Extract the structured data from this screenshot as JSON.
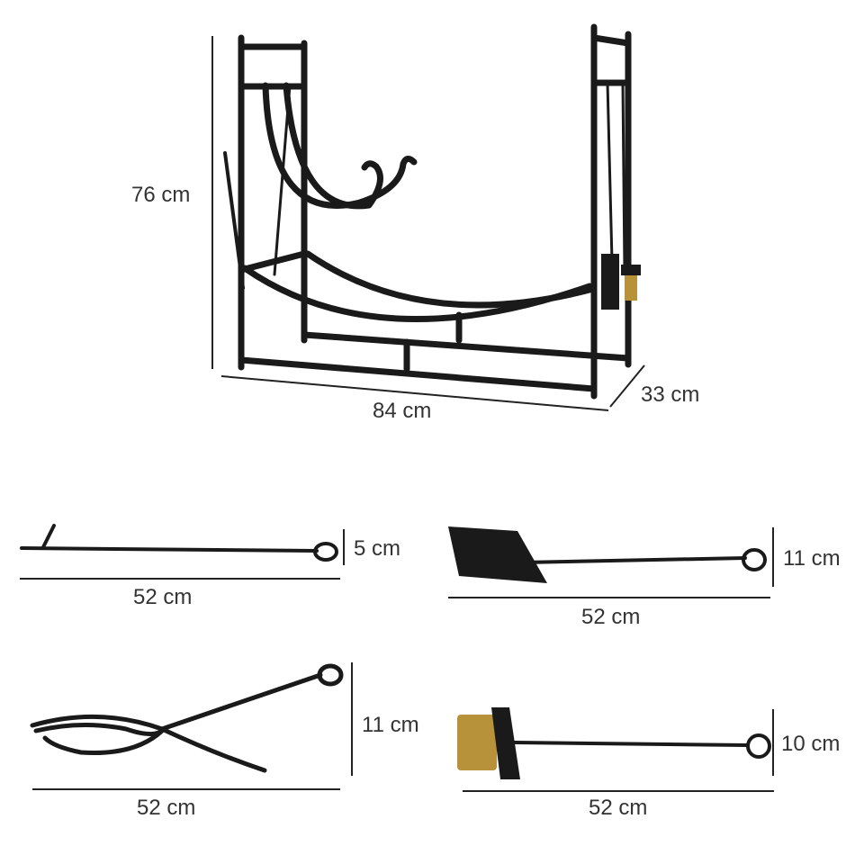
{
  "rack": {
    "height_label": "76 cm",
    "width_label": "84 cm",
    "depth_label": "33 cm"
  },
  "tools": [
    {
      "name": "poker",
      "length_label": "52 cm",
      "height_label": "5 cm"
    },
    {
      "name": "shovel",
      "length_label": "52 cm",
      "height_label": "11 cm"
    },
    {
      "name": "tongs",
      "length_label": "52 cm",
      "height_label": "11 cm"
    },
    {
      "name": "brush",
      "length_label": "52 cm",
      "height_label": "10 cm"
    }
  ],
  "colors": {
    "iron": "#1a1a1a",
    "brush_bristles": "#b8923a"
  }
}
